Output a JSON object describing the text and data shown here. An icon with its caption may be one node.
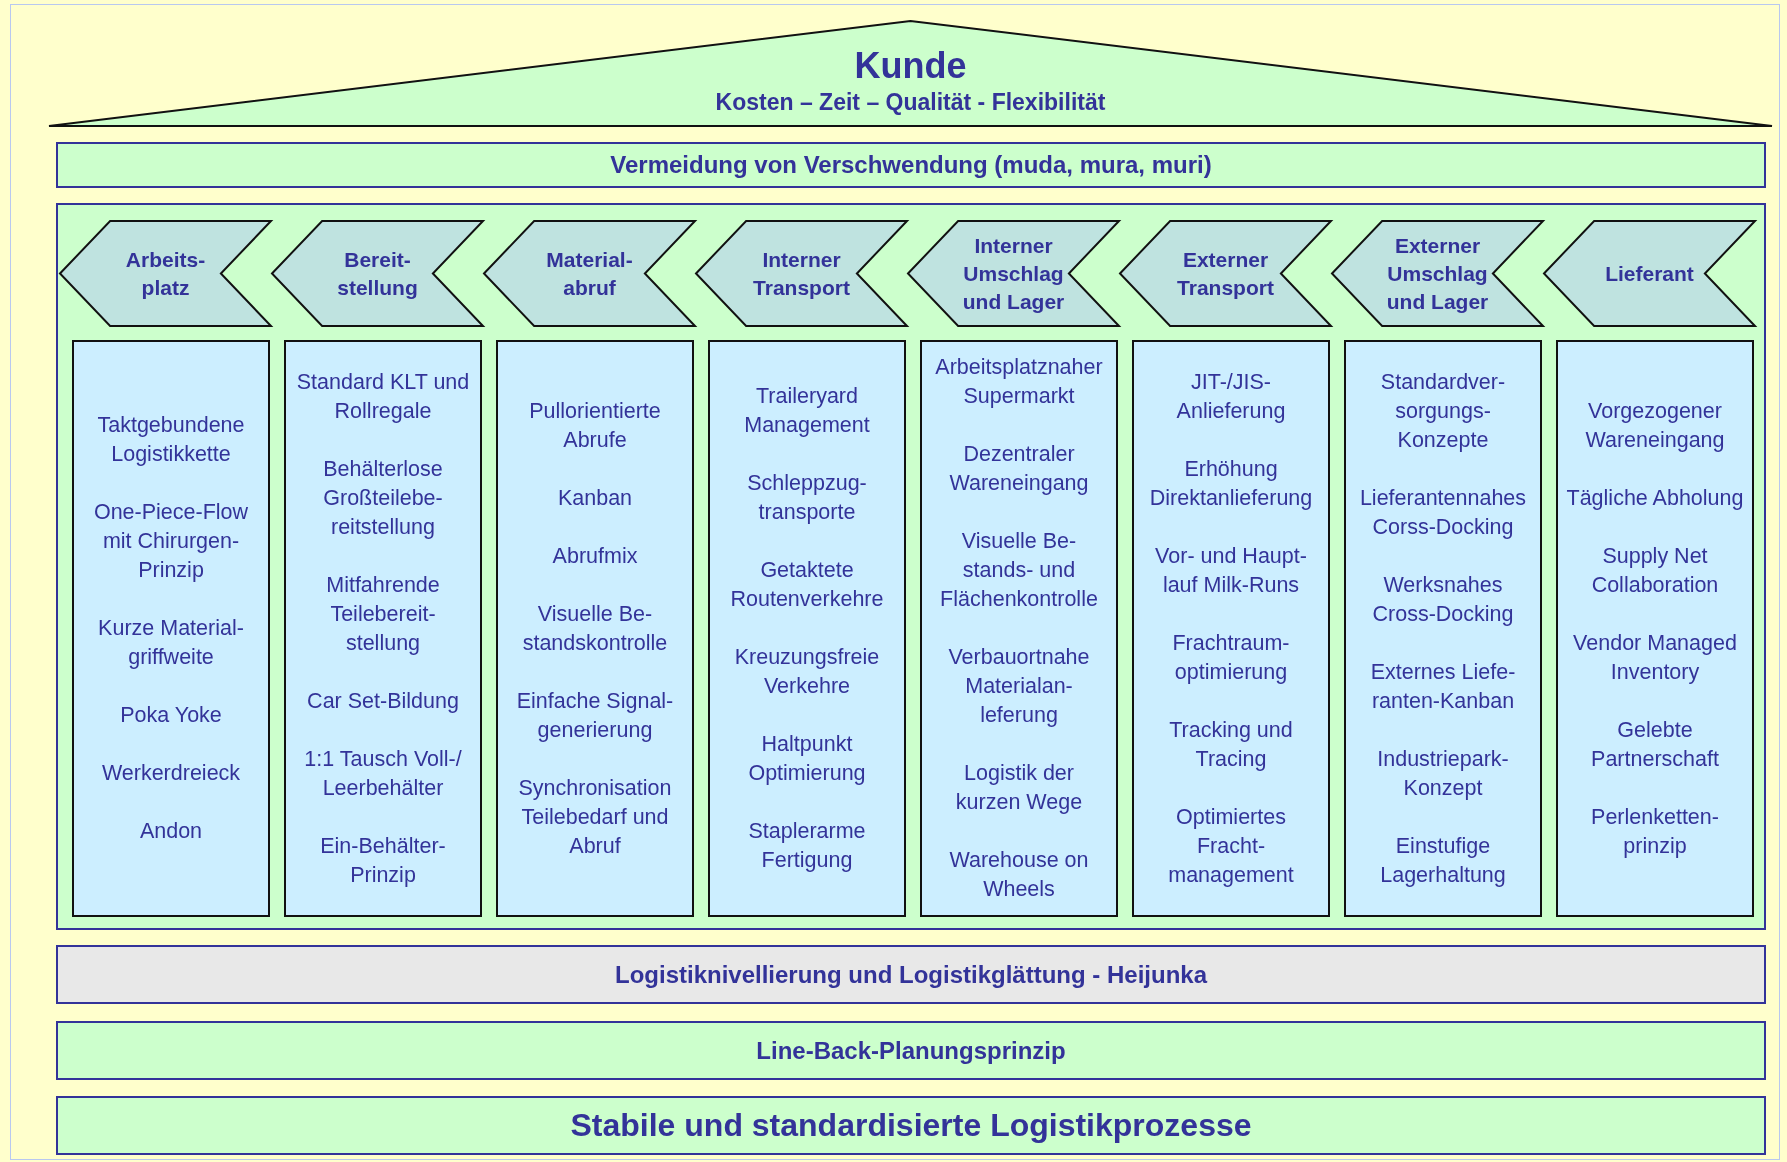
{
  "diagram": {
    "nodes": [
      {
        "text": [
          "Kunde",
          "Kosten – Zeit – Qualität - Flexibilität"
        ]
      },
      {
        "text": [
          "Vermeidung von Verschwendung (muda, mura, muri)"
        ]
      },
      {
        "text": [],
        "shape": "box"
      },
      {
        "text": [
          "Arbeits- platz"
        ],
        "in": 2
      },
      {
        "text": [
          "Bereit- stellung"
        ],
        "in": 2
      },
      {
        "text": [
          "Material- abruf"
        ],
        "in": 2
      },
      {
        "text": [
          "Interner Transport"
        ],
        "in": 2
      },
      {
        "text": [
          "Interner Umschlag und Lager"
        ],
        "in": 2
      },
      {
        "text": [
          "Externer Transport"
        ],
        "in": 2
      },
      {
        "text": [
          "Externer Umschlag und Lager"
        ],
        "in": 2
      },
      {
        "text": [
          "Lieferant"
        ],
        "in": 2
      },
      {
        "text": [
          "Taktgebundene Logistikkette",
          "One-Piece-Flow mit Chirurgen- Prinzip",
          "Kurze Material- griffweite",
          "Poka Yoke",
          "Werkerdreieck",
          "Andon"
        ],
        "in": 2
      },
      {
        "text": [
          "Standard KLT und Rollregale",
          "Behälterlose Großteilebe- reitstellung",
          "Mitfahrende Teilebereit- stellung",
          "Car Set-Bildung",
          "1:1 Tausch Voll-/ Leerbehälter",
          "Ein-Behälter- Prinzip"
        ],
        "in": 2
      },
      {
        "text": [
          "Pullorientierte Abrufe",
          "Kanban",
          "Abrufmix",
          "Visuelle Be- standskontrolle",
          "Einfache Signal- generierung",
          "Synchronisation Teilebedarf und Abruf"
        ],
        "in": 2
      },
      {
        "text": [
          "Traileryard Management",
          "Schleppzug- transporte",
          "Getaktete Routenverkehre",
          "Kreuzungsfreie Verkehre",
          "Haltpunkt Optimierung",
          "Staplerarme Fertigung"
        ],
        "in": 2
      },
      {
        "text": [
          "Arbeitsplatznaher Supermarkt",
          "Dezentraler Wareneingang",
          "Visuelle Be- stands- und Flächenkontrolle",
          "Verbauortnahe Materialan- leferung",
          "Logistik der kurzen Wege",
          "Warehouse on Wheels"
        ],
        "in": 2
      },
      {
        "text": [
          "JIT-/JIS- Anlieferung",
          "Erhöhung Direktanlieferung",
          "Vor- und Haupt- lauf Milk-Runs",
          "Frachtraum- optimierung",
          "Tracking und Tracing",
          "Optimiertes Fracht- management"
        ],
        "in": 2
      },
      {
        "text": [
          "Standardver- sorgungs- Konzepte",
          "Lieferantennahes Corss-Docking",
          "Werksnahes Cross-Docking",
          "Externes Liefe- ranten-Kanban",
          "Industriepark- Konzept",
          "Einstufige Lagerhaltung"
        ],
        "in": 2
      },
      {
        "text": [
          "Vorgezogener Wareneingang",
          "Tägliche Abholung",
          "Supply Net Collaboration",
          "Vendor Managed Inventory",
          "Gelebte Partnerschaft",
          "Perlenketten- prinzip"
        ],
        "in": 2
      },
      {
        "text": [
          "Logistiknivellierung und Logistikglättung - Heijunka"
        ]
      },
      {
        "text": [
          "Line-Back-Planungsprinzip"
        ]
      },
      {
        "text": [
          "Stabile und standardisierte Logistikprozesse"
        ]
      }
    ]
  }
}
